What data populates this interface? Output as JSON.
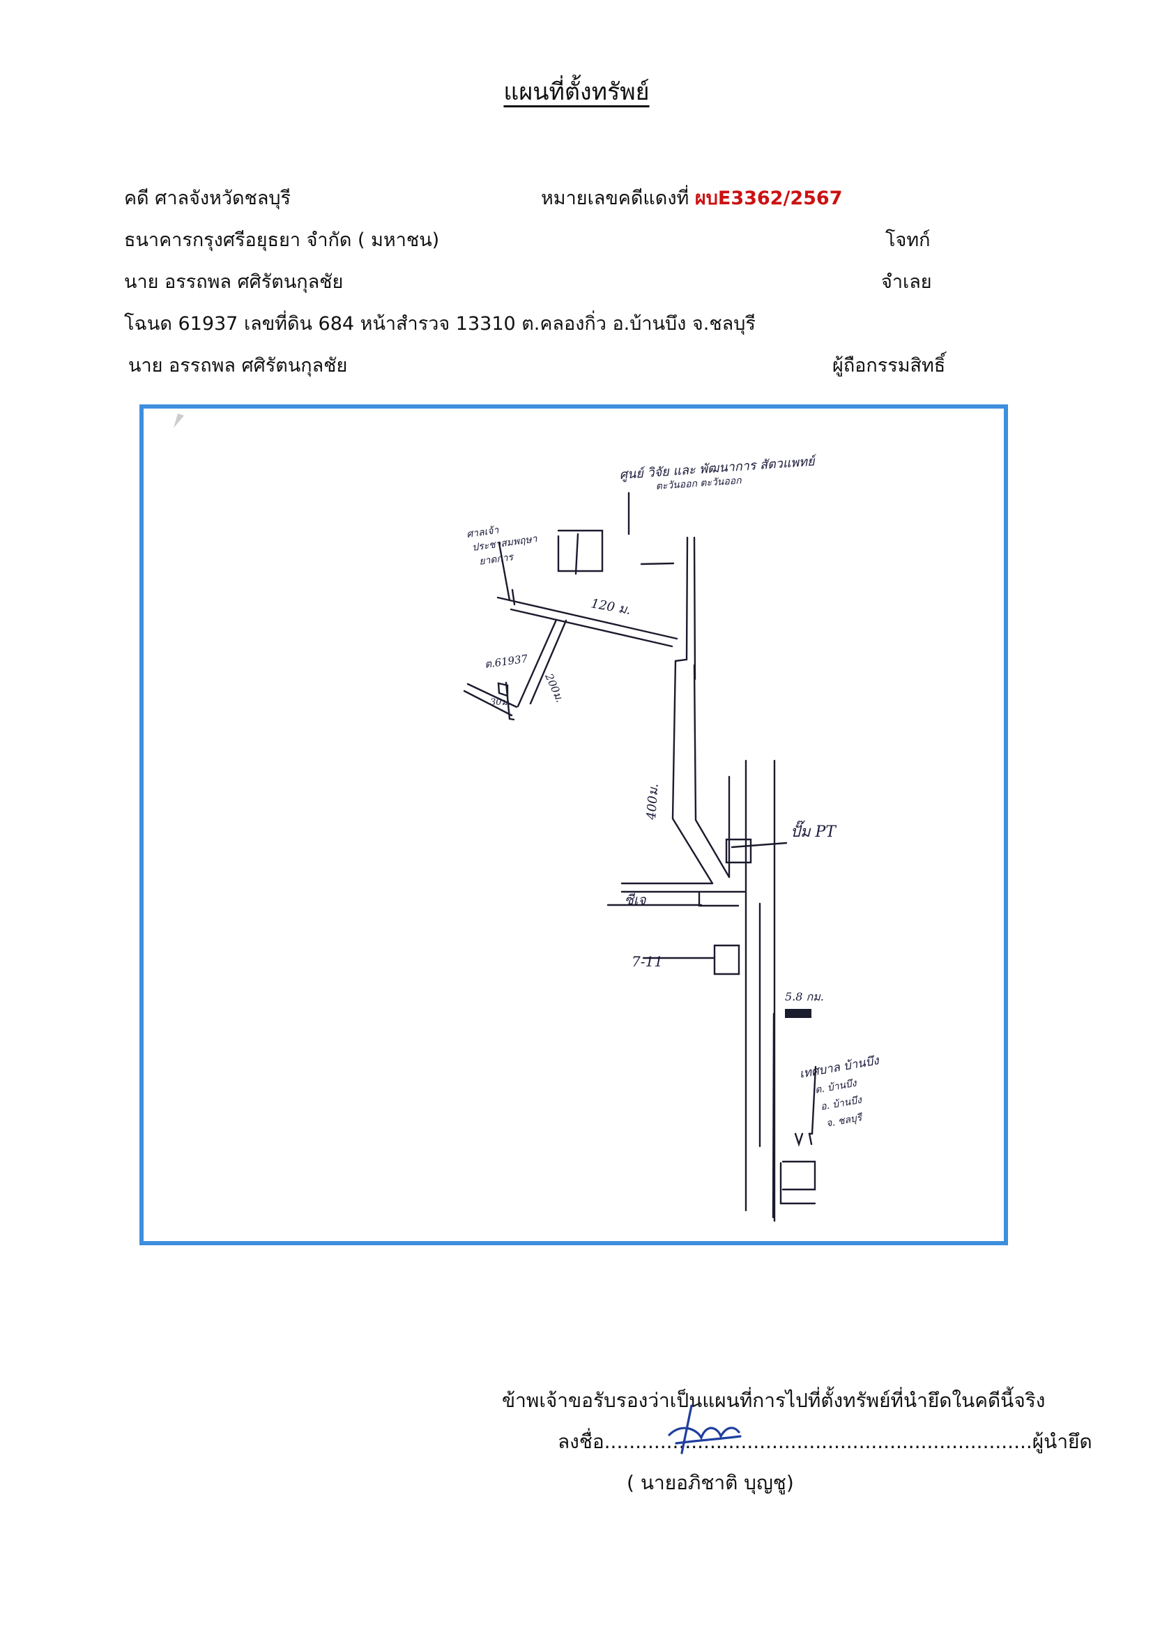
{
  "title": "แผนที่ตั้งทรัพย์",
  "header": {
    "court_label": "คดี ศาลจังหวัดชลบุรี",
    "case_no_label": "หมายเลขคดีแดงที่",
    "case_no_value": "ผบE3362/2567",
    "plaintiff_name": "ธนาคารกรุงศรีอยุธยา จำกัด ( มหาชน)",
    "plaintiff_role": "โจทก์",
    "defendant_name": "นาย อรรถพล ศศิรัตนกุลชัย",
    "defendant_role": "จำเลย",
    "deed_line": "โฉนด 61937  เลขที่ดิน 684  หน้าสำรวจ 13310  ต.คลองกิ่ว   อ.บ้านบึง  จ.ชลบุรี",
    "owner_name": "นาย อรรถพล ศศิรัตนกุลชัย",
    "owner_role": "ผู้ถือกรรมสิทธิ์"
  },
  "map": {
    "border_color": "#3d8fde",
    "labels": {
      "center_top": "ศูนย์ วิจัย และ พัฒนาการ สัตวแพทย์",
      "center_top2": "ตะวันออก ตะวันออก",
      "shrine": "ศาลเจ้า",
      "shrine2": "ประชาสมพฤษา",
      "shrine3": "ยาดการ",
      "dist_120": "120 ม.",
      "deed": "ต.61937",
      "dist_200": "200ม.",
      "dist_30": "30ม.",
      "dist_400": "400ม.",
      "pump": "ปั๊ม PT",
      "seven_eleven": "7-11",
      "shop": "ซีเจ",
      "dist_km": "5.8 กม.",
      "district_office": "เทศบาล บ้านบึง",
      "district_office2": "ต. บ้านบึง",
      "district_office3": "อ. บ้านบึง",
      "district_office4": "จ. ชลบุรี"
    }
  },
  "certification": {
    "statement": "ข้าพเจ้าขอรับรองว่าเป็นแผนที่การไปที่ตั้งทรัพย์ที่นำยึดในคดีนี้จริง",
    "sign_line": "ลงชื่อ.....................................................................ผู้นำยึด",
    "signer_name": "(  นายอภิชาติ  บุญชู)"
  }
}
